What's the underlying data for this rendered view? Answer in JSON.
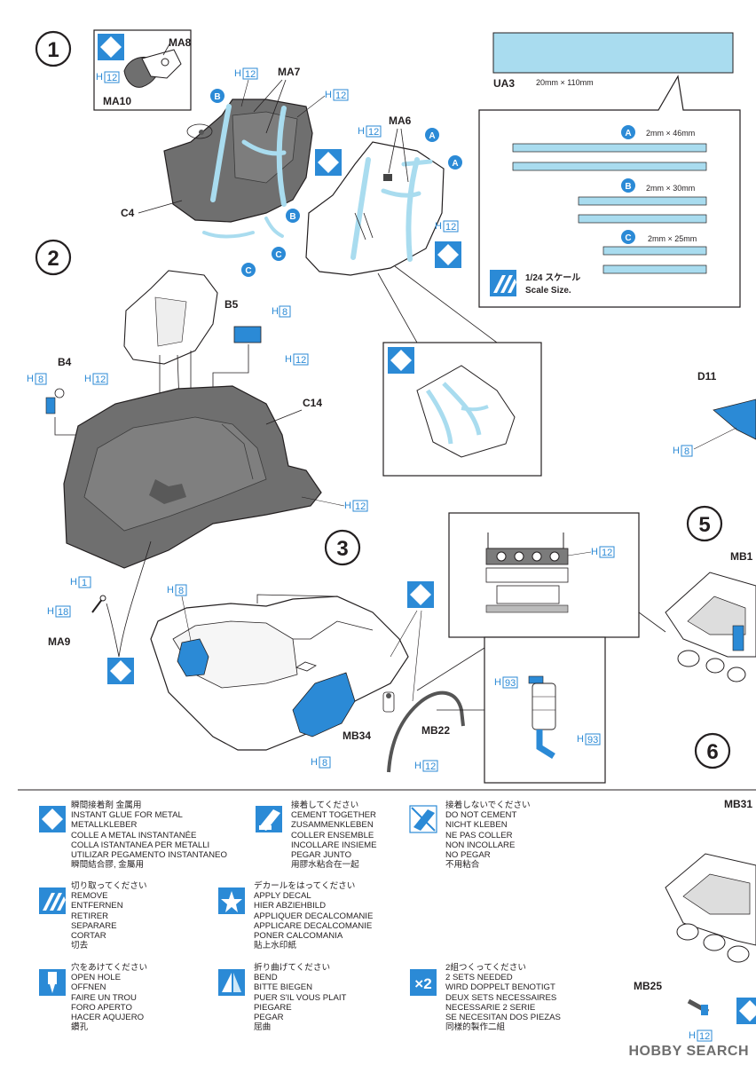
{
  "steps": [
    "1",
    "2",
    "3",
    "5",
    "6"
  ],
  "parts": {
    "ma8": "MA8",
    "ma10": "MA10",
    "ma7": "MA7",
    "ma6": "MA6",
    "c4": "C4",
    "b5": "B5",
    "b4": "B4",
    "c14": "C14",
    "ma9": "MA9",
    "mb34": "MB34",
    "mb22": "MB22",
    "d11": "D11",
    "mb1": "MB1",
    "mb31": "MB31",
    "mb25": "MB25"
  },
  "paint": {
    "h1": "1",
    "h8": "8",
    "h12": "12",
    "h18": "18",
    "h93": "93",
    "prefix": "H"
  },
  "badges": {
    "a": "A",
    "b": "B",
    "c": "C"
  },
  "ua3": {
    "code": "UA3",
    "size": "20mm × 110mm",
    "strips": [
      {
        "badge": "A",
        "size": "2mm × 46mm"
      },
      {
        "badge": "B",
        "size": "2mm × 30mm"
      },
      {
        "badge": "C",
        "size": "2mm × 25mm"
      }
    ],
    "scale_jp": "1/24 スケール",
    "scale_en": "Scale Size."
  },
  "legend": {
    "glue_metal": [
      "瞬間接着剤 金属用",
      "INSTANT GLUE FOR METAL",
      "METALLKLEBER",
      "COLLE A METAL INSTANTANÉE",
      "COLLA ISTANTANEA PER METALLI",
      "UTILIZAR PEGAMENTO INSTANTANEO",
      "瞬間結合膠, 金屬用"
    ],
    "cement": [
      "接着してください",
      "CEMENT TOGETHER",
      "ZUSAMMENKLEBEN",
      "COLLER ENSEMBLE",
      "INCOLLARE INSIEME",
      "PEGAR JUNTO",
      "用膠水粘合在一起"
    ],
    "no_cement": [
      "接着しないでください",
      "DO NOT CEMENT",
      "NICHT KLEBEN",
      "NE PAS COLLER",
      "NON INCOLLARE",
      "NO PEGAR",
      "不用粘合"
    ],
    "remove": [
      "切り取ってください",
      "REMOVE",
      "ENTFERNEN",
      "RETIRER",
      "SEPARARE",
      "CORTAR",
      "切去"
    ],
    "decal": [
      "デカールをはってください",
      "APPLY DECAL",
      "HIER ABZIEHBILD",
      "APPLIQUER DECALCOMANIE",
      "APPLICARE DECALCOMANIE",
      "PONER CALCOMANIA",
      "貼上水印紙"
    ],
    "hole": [
      "穴をあけてください",
      "OPEN HOLE",
      "OFFNEN",
      "FAIRE UN TROU",
      "FORO APERTO",
      "HACER AQUJERO",
      "鑽孔"
    ],
    "bend": [
      "折り曲げてください",
      "BEND",
      "BITTE BIEGEN",
      "PUER S'IL VOUS PLAIT",
      "PIEGARE",
      "PEGAR",
      "屈曲"
    ],
    "two_sets": [
      "2組つくってください",
      "2 SETS NEEDED",
      "WIRD DOPPELT BENOTIGT",
      "DEUX SETS NECESSAIRES",
      "NECESSARIE 2 SERIE",
      "SE NECESITAN DOS PIEZAS",
      "同樣的製作二組"
    ],
    "x2": "×2"
  },
  "watermark": "HOBBY SEARCH",
  "colors": {
    "blue": "#2b8ad6",
    "decal": "#a9dcef",
    "grey": "#7b7b7b",
    "ink": "#231f20"
  }
}
